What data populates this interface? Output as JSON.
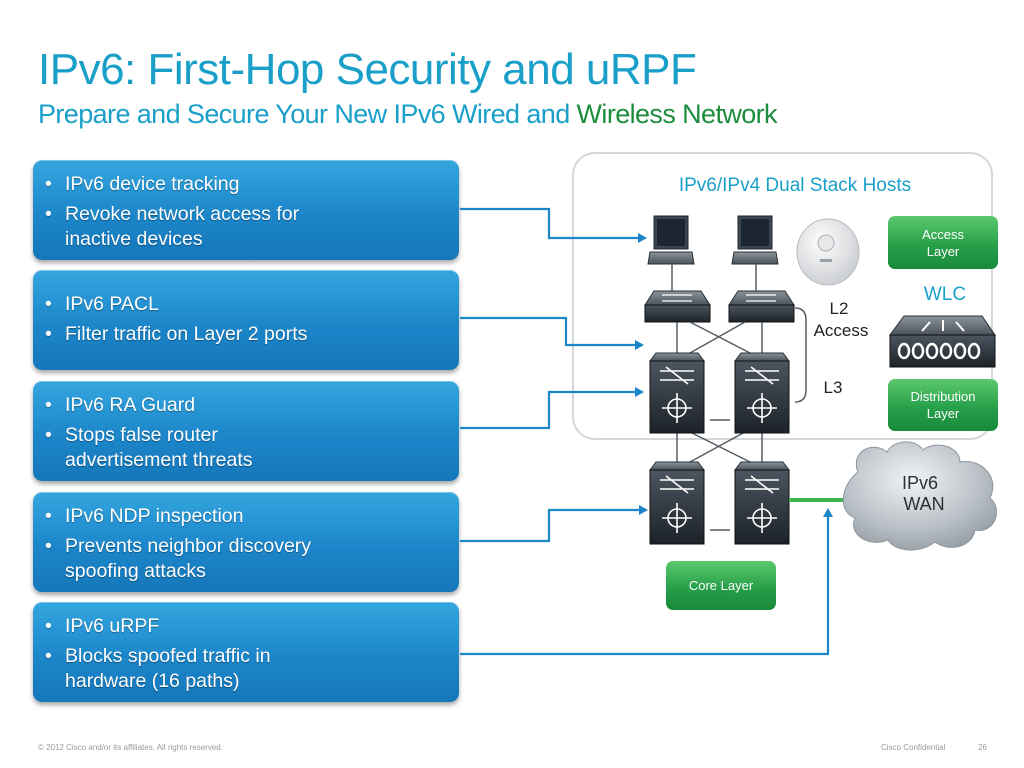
{
  "slide": {
    "title": "IPv6: First-Hop Security and uRPF",
    "subtitle_part1": "Prepare and Secure Your New IPv6 Wired and ",
    "subtitle_part2": "Wireless Network"
  },
  "panels": [
    {
      "items": [
        [
          "IPv6 device tracking"
        ],
        [
          "Revoke network access for",
          "inactive devices"
        ]
      ]
    },
    {
      "items": [
        [
          "IPv6 PACL"
        ],
        [
          "Filter traffic on Layer 2 ports"
        ]
      ]
    },
    {
      "items": [
        [
          "IPv6 RA Guard"
        ],
        [
          "Stops false router",
          "advertisement threats"
        ]
      ]
    },
    {
      "items": [
        [
          "IPv6 NDP inspection"
        ],
        [
          "Prevents neighbor discovery",
          "spoofing attacks"
        ]
      ]
    },
    {
      "items": [
        [
          "IPv6 uRPF"
        ],
        [
          "Blocks spoofed traffic in",
          "hardware (16 paths)"
        ]
      ]
    }
  ],
  "diagram": {
    "hosts_label": "IPv6/IPv4 Dual Stack Hosts",
    "access_layer": [
      "Access",
      "Layer"
    ],
    "wlc": "WLC",
    "l2_access": [
      "L2",
      "Access"
    ],
    "l3": "L3",
    "distribution_layer": [
      "Distribution",
      "Layer"
    ],
    "core_layer": "Core Layer",
    "wan": [
      "IPv6",
      "WAN"
    ]
  },
  "footer": {
    "copyright": "© 2012 Cisco and/or its affiliates. All rights reserved.",
    "confidential": "Cisco Confidential",
    "page": "26"
  },
  "colors": {
    "title": "#1a9fc9",
    "subtitle_emphasis": "#1b8d3c",
    "panel": "#1c86c9",
    "arrow": "#1c86c9",
    "green_box": "#2aaa55",
    "wan_link": "#3cb54a"
  },
  "icons": [
    "laptop-icon",
    "access-point-icon",
    "l2-switch-icon",
    "multilayer-switch-icon",
    "wlc-icon",
    "cloud-icon",
    "arrow-icon"
  ]
}
